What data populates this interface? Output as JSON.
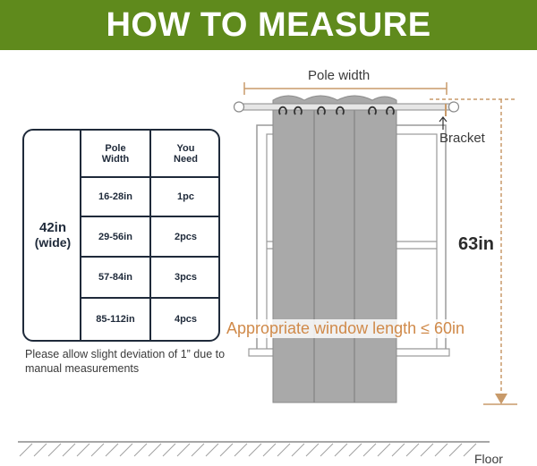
{
  "banner": {
    "title": "HOW TO MEASURE"
  },
  "size_table": {
    "curtain_size": {
      "main": "42in",
      "sub": "(wide)"
    },
    "headers": [
      "Pole\nWidth",
      "You\nNeed"
    ],
    "rows": [
      {
        "pole_width": "16-28in",
        "you_need": "1pc"
      },
      {
        "pole_width": "29-56in",
        "you_need": "2pcs"
      },
      {
        "pole_width": "57-84in",
        "you_need": "3pcs"
      },
      {
        "pole_width": "85-112in",
        "you_need": "4pcs"
      }
    ]
  },
  "note": "Please allow slight deviation of 1” due to manual measurements",
  "diagram": {
    "pole_width_label": "Pole width",
    "bracket_label": "Bracket",
    "height_label": "63in",
    "window_length_label": "Appropriate window length ≤ 60in",
    "floor_label": "Floor"
  },
  "colors": {
    "banner": "#5f8a1c",
    "accent_measure": "#d08a4a",
    "curtain": "#a9a9a9",
    "table_border": "#1f2a3a"
  }
}
